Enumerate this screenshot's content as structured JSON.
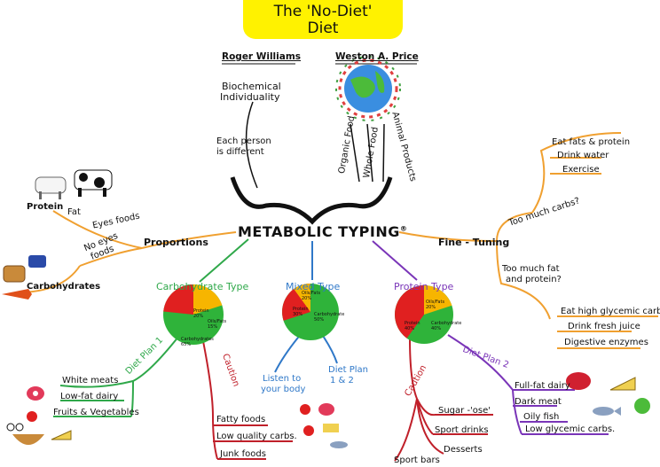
{
  "title": {
    "line1": "The 'No-Diet'",
    "line2": "Diet"
  },
  "center_label": "METABOLIC TYPING",
  "registered_mark": "®",
  "top": {
    "roger_williams": "Roger Williams",
    "weston_price": "Weston A. Price",
    "biochemical": "Biochemical",
    "individuality": "Individuality",
    "each_person": "Each person",
    "is_different": "is different",
    "organic_food": "Organic Food",
    "whole_food": "Whole Food",
    "animal_products": "Animal Products"
  },
  "left": {
    "proportions": "Proportions",
    "protein": "Protein",
    "fat": "Fat",
    "eyes_foods": "Eyes foods",
    "no_eyes": "No eyes",
    "foods": "foods",
    "carbohydrates": "Carbohydrates"
  },
  "right": {
    "fine_tuning": "Fine - Tuning",
    "too_much_carbs": "Too much carbs?",
    "eat_fats_protein": "Eat fats & protein",
    "drink_water": "Drink water",
    "exercise": "Exercise",
    "too_much_fat": "Too much fat",
    "and_protein": "and protein?",
    "eat_high_glycemic": "Eat high glycemic carbs.",
    "drink_fresh_juice": "Drink fresh juice",
    "digestive_enzymes": "Digestive enzymes"
  },
  "types": {
    "carb": "Carbohydrate Type",
    "mixed": "Mixed Type",
    "protein": "Protein Type"
  },
  "carb_branch": {
    "diet_plan": "Diet Plan 1",
    "white_meats": "White meats",
    "low_fat_dairy": "Low-fat dairy",
    "fruits_veg": "Fruits & Vegetables",
    "caution": "Caution",
    "fatty_foods": "Fatty foods",
    "low_quality": "Low quality carbs.",
    "junk_foods": "Junk foods"
  },
  "mixed_branch": {
    "listen": "Listen to",
    "your_body": "your body",
    "diet_plan": "Diet Plan",
    "one_two": "1 & 2"
  },
  "protein_branch": {
    "diet_plan": "Diet Plan 2",
    "full_fat_dairy": "Full-fat dairy",
    "dark_meat": "Dark meat",
    "oily_fish": "Oily fish",
    "low_glycemic": "Low glycemic carbs.",
    "caution": "Caution",
    "sugar": "Sugar -'ose'",
    "sport_drinks": "Sport drinks",
    "desserts": "Desserts",
    "sport_bars": "Sport bars"
  },
  "pies": {
    "carb": {
      "protein": "Protein",
      "protein_pct": "20%",
      "oils": "Oils/Fats",
      "oils_pct": "15%",
      "carbs": "Carbohydrates",
      "carbs_pct": "65%"
    },
    "mixed": {
      "oils": "Oils/Fats",
      "oils_pct": "20%",
      "protein": "Protein",
      "protein_pct": "30%",
      "carbs": "Carbohydrate",
      "carbs_pct": "50%"
    },
    "protein": {
      "oils": "Oils/Fats",
      "oils_pct": "20%",
      "protein": "Protein",
      "protein_pct": "40%",
      "carbs": "Carbohydrate",
      "carbs_pct": "40%"
    }
  },
  "colors": {
    "title_bg": "#fff200",
    "green": "#2fa84a",
    "blue": "#2f78c8",
    "purple": "#7a35b8",
    "red": "#c0202a",
    "orange": "#f0a030",
    "brown": "#8b4a1a"
  }
}
